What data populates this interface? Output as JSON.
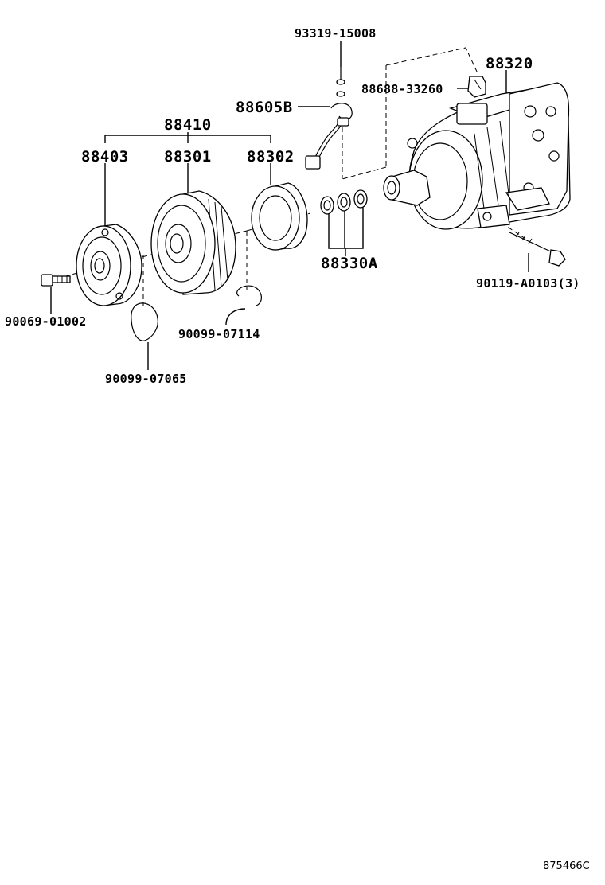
{
  "diagram": {
    "labels": {
      "p93319": "93319-15008",
      "p88320": "88320",
      "p88688": "88688-33260",
      "p88605B": "88605B",
      "p88410": "88410",
      "p88403": "88403",
      "p88301": "88301",
      "p88302": "88302",
      "p88330A": "88330A",
      "p90119": "90119-A0103(3)",
      "p90069": "90069-01002",
      "p90099a": "90099-07114",
      "p90099b": "90099-07065"
    },
    "reference": "875466C"
  }
}
